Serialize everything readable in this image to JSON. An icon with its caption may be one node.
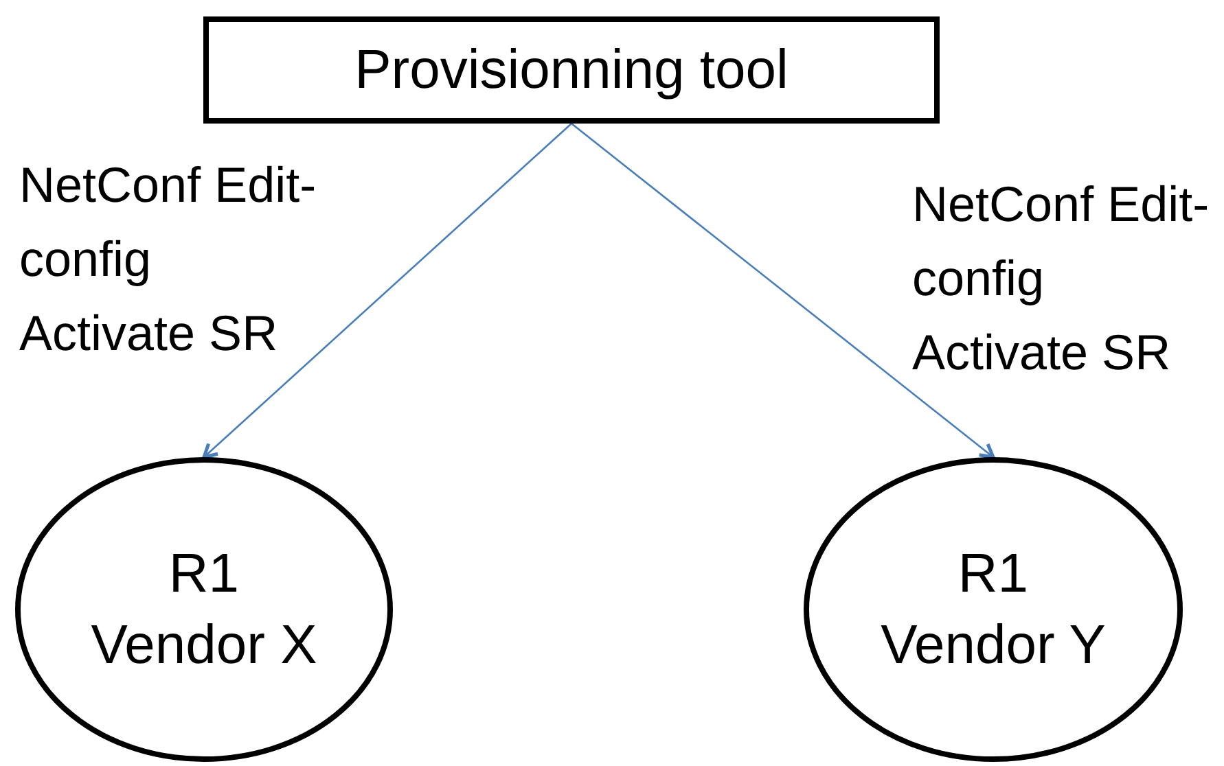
{
  "diagram": {
    "nodes": [
      {
        "text": [
          "Provisionning tool"
        ]
      },
      {
        "text": [
          "R1 Vendor X"
        ]
      },
      {
        "text": [
          "R1 Vendor Y"
        ]
      }
    ],
    "edges": [
      {
        "from": 0,
        "to": 1,
        "arrow": "to",
        "label": "NetConf Edit-config Activate SR"
      },
      {
        "from": 0,
        "to": 2,
        "arrow": "to",
        "label": "NetConf Edit-config Activate SR"
      }
    ]
  }
}
